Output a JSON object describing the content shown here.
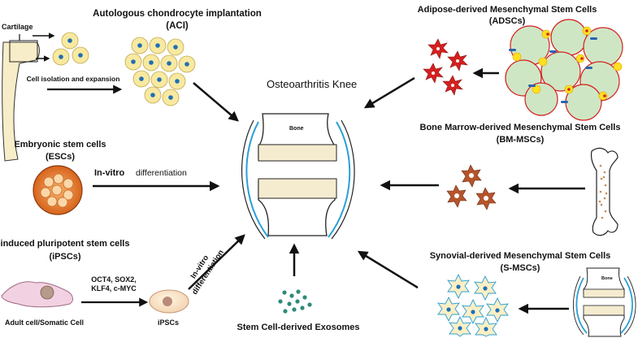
{
  "center": {
    "title": "Osteoarthritis Knee",
    "bone_label": "Bone"
  },
  "aci": {
    "title_line1": "Autologous chondrocyte implantation",
    "title_line2": "(ACI)",
    "cartilage_label": "Cartilage",
    "step_label": "Cell isolation and expansion"
  },
  "esc": {
    "title_line1": "Embryonic stem cells",
    "title_line2": "(ESCs)",
    "arrow_label_bold": "In-vitro",
    "arrow_label_rest": "differentiation"
  },
  "ipsc": {
    "title_line1": "induced pluripotent stem cells",
    "title_line2": "(iPSCs)",
    "factors_line1": "OCT4, SOX2,",
    "factors_line2": "KLF4, c-MYC",
    "source_label": "Adult cell/Somatic Cell",
    "cell_label": "iPSCs",
    "diff_line1": "In-vitro",
    "diff_line2": "differentiation"
  },
  "exosomes": {
    "label": "Stem Cell-derived Exosomes"
  },
  "adsc": {
    "title_line1": "Adipose-derived Mesenchymal Stem Cells",
    "title_line2": "(ADSCs)"
  },
  "bmmsc": {
    "title_line1": "Bone Marrow-derived Mesenchymal Stem Cells",
    "title_line2": "(BM-MSCs)"
  },
  "smsc": {
    "title_line1": "Synovial-derived Mesenchymal Stem Cells",
    "title_line2": "(S-MSCs)",
    "mini_bone_label": "Bone"
  },
  "colors": {
    "cartilage_fill": "#f7edc8",
    "chondrocyte": "#f8e9a0",
    "nucleus_blue": "#1f6fb5",
    "esc_orange": "#e07a2c",
    "adsc_red": "#d42020",
    "fat_green": "#cfe6c4",
    "bm_brown": "#b5542a",
    "synovial_blue": "#2a9fd6",
    "exosome_teal": "#2e8b78"
  }
}
